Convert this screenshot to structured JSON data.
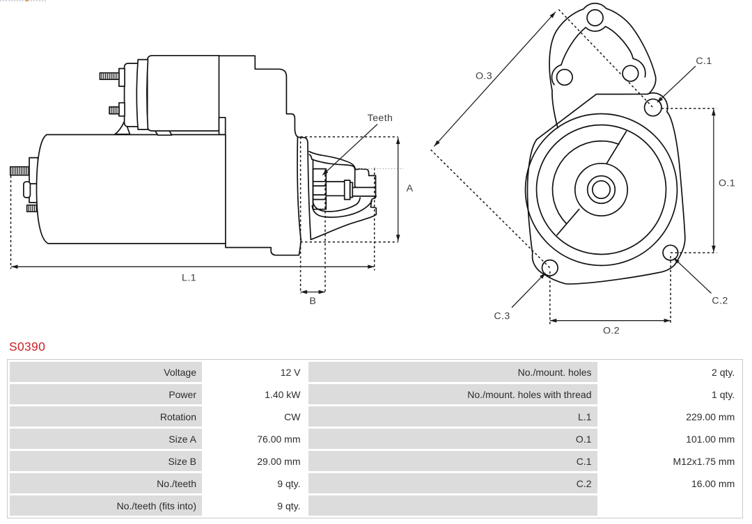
{
  "part_number": "S0390",
  "accent_color": "#cc2127",
  "table_colors": {
    "label_bg": "#dcdcdc",
    "value_bg": "#ffffff",
    "border": "#c9c9c9"
  },
  "diagram": {
    "side_view": {
      "labels": {
        "teeth": "Teeth",
        "a": "A",
        "b": "B",
        "l1": "L.1"
      }
    },
    "front_view": {
      "labels": {
        "o3": "O.3",
        "c1": "C.1",
        "o1": "O.1",
        "c2": "C.2",
        "c3": "C.3",
        "o2": "O.2"
      }
    }
  },
  "specs": {
    "rows": [
      {
        "l_label": "Voltage",
        "l_value": "12 V",
        "r_label": "No./mount. holes",
        "r_value": "2 qty."
      },
      {
        "l_label": "Power",
        "l_value": "1.40 kW",
        "r_label": "No./mount. holes with thread",
        "r_value": "1 qty."
      },
      {
        "l_label": "Rotation",
        "l_value": "CW",
        "r_label": "L.1",
        "r_value": "229.00 mm"
      },
      {
        "l_label": "Size A",
        "l_value": "76.00 mm",
        "r_label": "O.1",
        "r_value": "101.00 mm"
      },
      {
        "l_label": "Size B",
        "l_value": "29.00 mm",
        "r_label": "C.1",
        "r_value": "M12x1.75 mm"
      },
      {
        "l_label": "No./teeth",
        "l_value": "9 qty.",
        "r_label": "C.2",
        "r_value": "16.00 mm"
      },
      {
        "l_label": "No./teeth (fits into)",
        "l_value": "9 qty.",
        "r_label": "",
        "r_value": ""
      }
    ]
  }
}
